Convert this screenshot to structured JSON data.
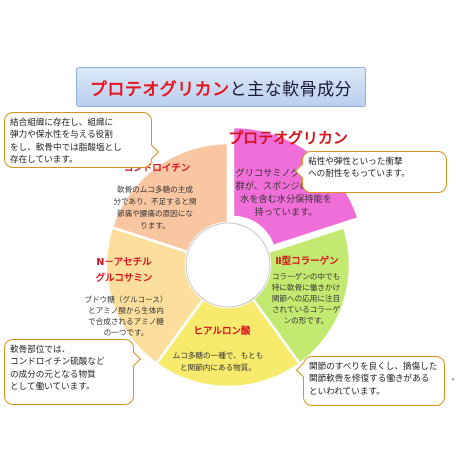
{
  "title": {
    "main": "プロテオグリカン",
    "rest": "と主な軟骨成分"
  },
  "segments": [
    {
      "label": "プロテオグリカン",
      "lines": [
        "グリコサミノグリカン鎖",
        "群が、スポンジのように",
        "水を含む水分保持能を",
        "持っています。"
      ],
      "color": "#f06ed8"
    },
    {
      "label": "Ⅱ型コラーゲン",
      "lines": [
        "コラーゲンの中でも",
        "特に軟骨に働きかけ",
        "関節への応用に注目",
        "されているコラーゲ",
        "ンの形です。"
      ],
      "color": "#c3ea70"
    },
    {
      "label": "ヒアルロン酸",
      "lines": [
        "ムコ多糖の一種で、もとも",
        "と関節内にある物質。"
      ],
      "color": "#f7ea6c"
    },
    {
      "label_lines": [
        "N－アセチル",
        "グルコサミン"
      ],
      "lines": [
        "ブドウ糖（グルコース）",
        "とアミノ酸から生体内",
        "で合成されるアミノ糖",
        "の一つです。"
      ],
      "color": "#fcdf9c"
    },
    {
      "label": "コンドロイチン",
      "lines": [
        "軟骨のムコ多糖の主成",
        "分であり、不足すると関",
        "節痛や腰痛の原因にな",
        "ります。"
      ],
      "color": "#f9c6a2"
    }
  ],
  "callouts": {
    "top_left": [
      "結合組織に存在し、組織に",
      "弾力や保水性を与える役割",
      "をし、軟骨中では脂酸塩とし",
      "存在しています。"
    ],
    "top_right": [
      "粘性や弾性といった衝撃",
      "への耐性をもっています。"
    ],
    "bottom_left": [
      "軟骨部位では、",
      "コンドロイチン硫酸など",
      "の成分の元となる物質",
      "として働いています。"
    ],
    "bottom_right": [
      "関節のすべりを良くし、摘傷した",
      "関節軟骨を修復する働きがある",
      "といわれています。"
    ]
  },
  "dot": "・",
  "colors": {
    "accent_red": "#e8131f",
    "label_red": "#d7101c",
    "callout_border": "#d8941c"
  }
}
